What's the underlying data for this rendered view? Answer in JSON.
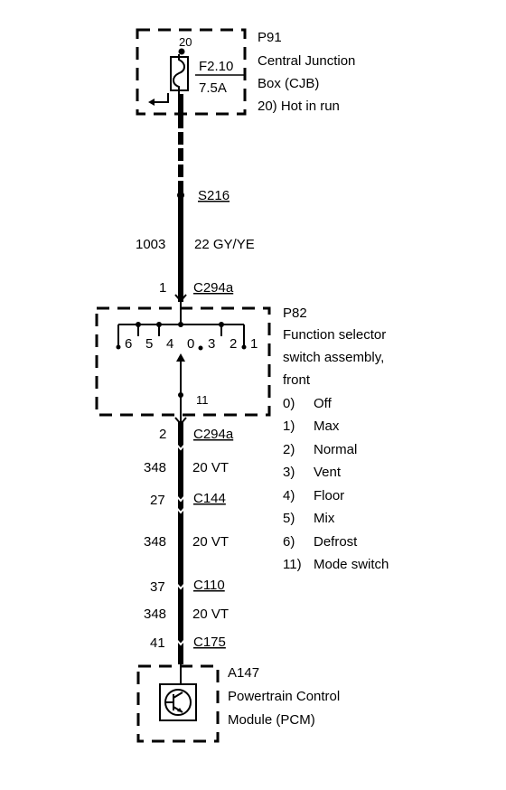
{
  "cjb": {
    "ref": "P91",
    "name_line1": "Central Junction",
    "name_line2": "Box (CJB)",
    "pin_desc": "20)  Hot in run",
    "pin_number": "20",
    "fuse_id": "F2.10",
    "fuse_rating": "7.5A"
  },
  "splice": {
    "id": "S216"
  },
  "wire_top": {
    "circuit": "1003",
    "gauge_color": "22 GY/YE"
  },
  "conn_top": {
    "pin": "1",
    "id": "C294a"
  },
  "switch": {
    "ref": "P82",
    "name_line1": "Function selector",
    "name_line2": "switch assembly,",
    "name_line3": "front",
    "contacts": [
      "6",
      "5",
      "4",
      "0",
      "3",
      "2",
      "1"
    ],
    "common_pin": "11",
    "legend": [
      {
        "num": "0)",
        "label": "Off"
      },
      {
        "num": "1)",
        "label": "Max"
      },
      {
        "num": "2)",
        "label": "Normal"
      },
      {
        "num": "3)",
        "label": "Vent"
      },
      {
        "num": "4)",
        "label": "Floor"
      },
      {
        "num": "5)",
        "label": "Mix"
      },
      {
        "num": "6)",
        "label": "Defrost"
      },
      {
        "num": "11)",
        "label": "Mode switch"
      }
    ]
  },
  "conn_bottom": {
    "pin": "2",
    "id": "C294a"
  },
  "wire_seg1": {
    "circuit": "348",
    "gauge_color": "20 VT"
  },
  "conn_c144": {
    "pin": "27",
    "id": "C144"
  },
  "wire_seg2": {
    "circuit": "348",
    "gauge_color": "20 VT"
  },
  "conn_c110": {
    "pin": "37",
    "id": "C110"
  },
  "wire_seg3": {
    "circuit": "348",
    "gauge_color": "20 VT"
  },
  "conn_c175": {
    "pin": "41",
    "id": "C175"
  },
  "pcm": {
    "ref": "A147",
    "name_line1": "Powertrain Control",
    "name_line2": "Module (PCM)"
  }
}
